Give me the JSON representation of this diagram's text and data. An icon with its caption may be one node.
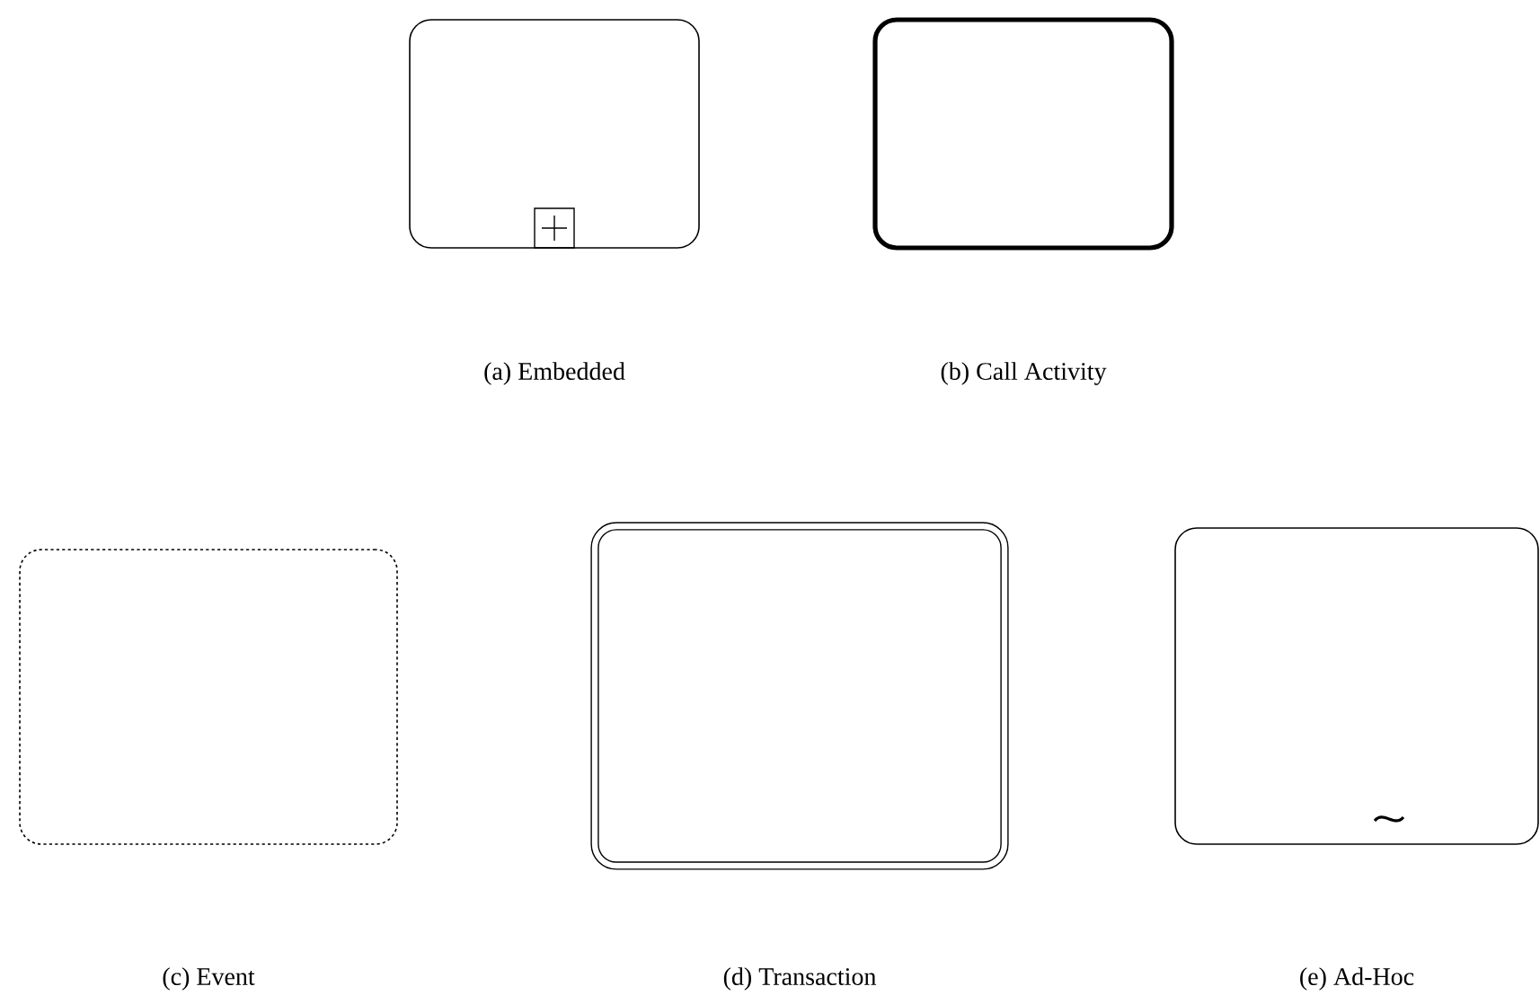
{
  "diagram": {
    "nodes": [
      {
        "text": [],
        "shape": "box"
      },
      {
        "text": [],
        "shape": "box"
      },
      {
        "text": [],
        "shape": "box"
      },
      {
        "text": [],
        "shape": "box"
      },
      {
        "text": [],
        "shape": "box"
      }
    ],
    "labels": [
      "(a) Embedded",
      "(b) Call Activity",
      "(c) Event",
      "(d) Transaction",
      "(e) Ad-Hoc"
    ]
  }
}
